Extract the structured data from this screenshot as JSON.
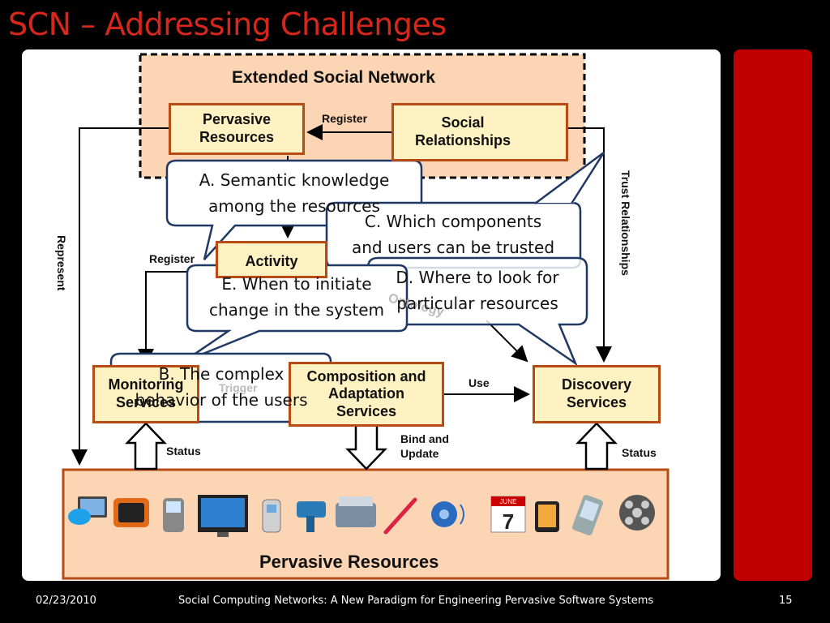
{
  "slide": {
    "title": "SCN – Addressing Challenges",
    "footer_date": "02/23/2010",
    "footer_title": "Social Computing Networks: A New Paradigm for Engineering Pervasive Software Systems",
    "footer_page": "15"
  },
  "diagram": {
    "extended_network_title": "Extended Social Network",
    "pervasive_resources_top": "Pervasive Resources",
    "social_relationships": "Social Relationships",
    "register_top": "Register",
    "activity": "Activity",
    "register_left": "Register",
    "monitoring": "Monitoring Services",
    "trigger": "Trigger",
    "composition": "Composition and Adaptation Services",
    "use": "Use",
    "discovery": "Discovery Services",
    "status_left": "Status",
    "bind_update": "Bind and Update",
    "status_right": "Status",
    "represent": "Represent",
    "trust_relationships": "Trust Relationships",
    "pervasive_resources_bottom": "Pervasive Resources",
    "ontology_behind": "Ontology",
    "calendar_month": "JUNE",
    "calendar_day": "7"
  },
  "callouts": {
    "a": [
      "A. Semantic knowledge",
      "among the resources"
    ],
    "c": [
      "C. Which components",
      "and users can be trusted"
    ],
    "d": [
      "D. Where to look for",
      "particular resources"
    ],
    "e": [
      "E. When to initiate",
      "change in the system"
    ],
    "b": [
      "B. The complex",
      "behavior of the users"
    ]
  },
  "device_icons": [
    "skype-laptop-icon",
    "tv-icon",
    "blackberry-icon",
    "flat-tv-icon",
    "flip-phone-icon",
    "security-camera-icon",
    "scanner-icon",
    "pen-icon",
    "speaker-icon",
    "calendar-icon",
    "smartphone-icon",
    "pda-icon",
    "film-reel-icon"
  ],
  "colors": {
    "title_red": "#d7261b",
    "box_fill": "#fff2c2",
    "box_border": "#b84a14",
    "band_fill": "#fcd5b4",
    "side_bar": "#c00000",
    "callout_border": "#1f3864"
  }
}
